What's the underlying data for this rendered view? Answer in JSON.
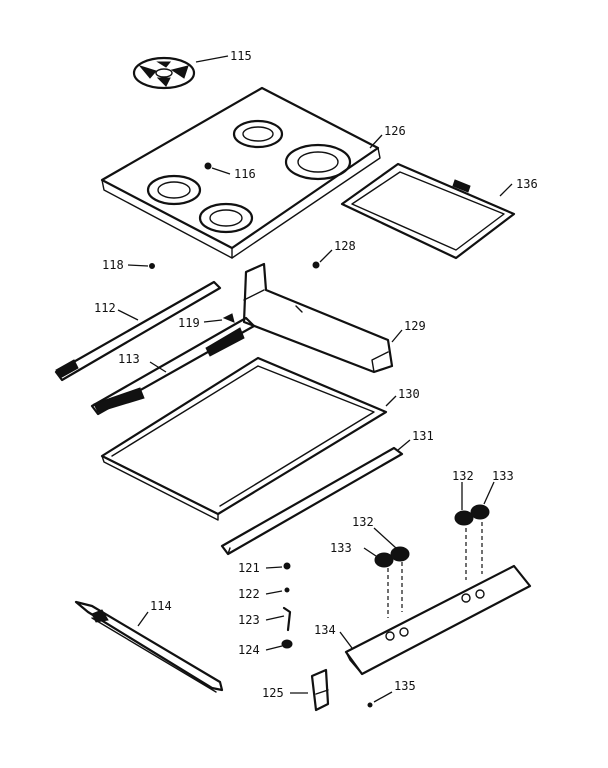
{
  "callouts": {
    "c112": "112",
    "c113": "113",
    "c114": "114",
    "c115": "115",
    "c116": "116",
    "c118": "118",
    "c119": "119",
    "c121": "121",
    "c122": "122",
    "c123": "123",
    "c124": "124",
    "c125": "125",
    "c126": "126",
    "c128": "128",
    "c129": "129",
    "c130": "130",
    "c131": "131",
    "c132a": "132",
    "c132b": "132",
    "c133a": "133",
    "c133b": "133",
    "c134": "134",
    "c135": "135",
    "c136": "136"
  },
  "colors": {
    "ink": "#111111",
    "paper": "#ffffff"
  }
}
